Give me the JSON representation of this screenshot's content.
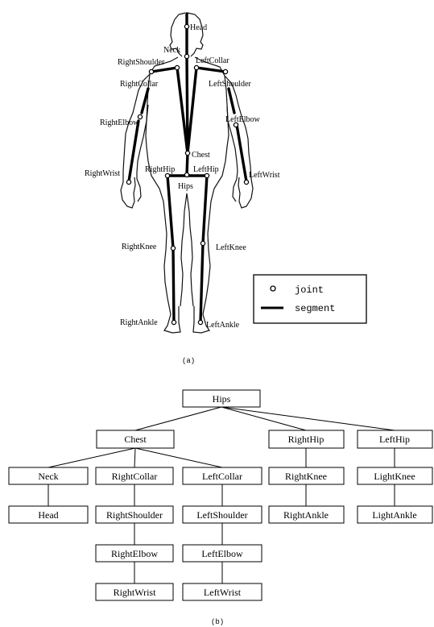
{
  "body_labels": {
    "head": "Head",
    "neck": "Neck",
    "right_shoulder": "RightShoulder",
    "left_collar": "LeftCollar",
    "right_collar": "RightCollar",
    "left_shoulder": "LeftShoulder",
    "right_elbow": "RightElbow",
    "left_elbow": "LeftElbow",
    "chest": "Chest",
    "right_hip": "RightHip",
    "left_hip": "LeftHip",
    "right_wrist": "RightWrist",
    "left_wrist": "LeftWrist",
    "hips": "Hips",
    "right_knee": "RightKnee",
    "left_knee": "LeftKnee",
    "right_ankle": "RightAnkle",
    "left_ankle": "LeftAnkle"
  },
  "legend": {
    "joint": "joint",
    "segment": "segment"
  },
  "captions": {
    "a": "(a)",
    "b": "(b)"
  },
  "tree": {
    "hips": "Hips",
    "chest": "Chest",
    "right_hip": "RightHip",
    "left_hip": "LeftHip",
    "neck": "Neck",
    "right_collar": "RightCollar",
    "left_collar": "LeftCollar",
    "right_knee": "RightKnee",
    "light_knee": "LightKnee",
    "head": "Head",
    "right_shoulder": "RightShoulder",
    "left_shoulder": "LeftShoulder",
    "right_ankle": "RightAnkle",
    "light_ankle": "LightAnkle",
    "right_elbow": "RightElbow",
    "left_elbow": "LeftElbow",
    "right_wrist": "RightWrist",
    "left_wrist": "LeftWrist"
  }
}
